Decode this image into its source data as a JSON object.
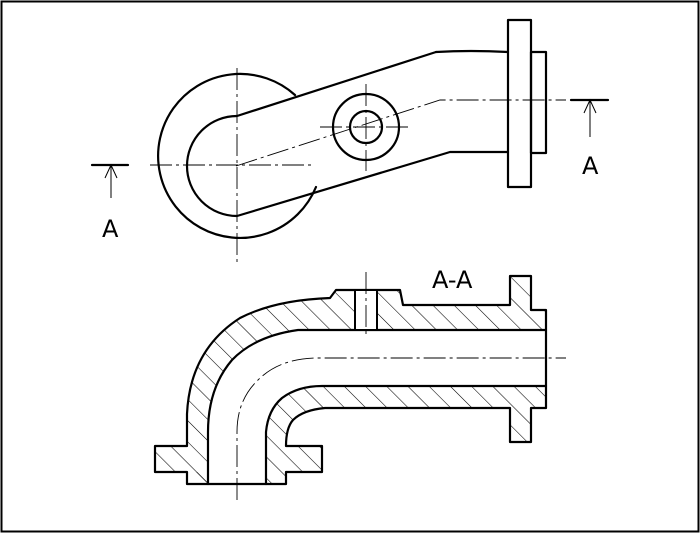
{
  "labels": {
    "view_arrow_left": "A",
    "view_arrow_right": "A",
    "section_title": "A-A"
  }
}
